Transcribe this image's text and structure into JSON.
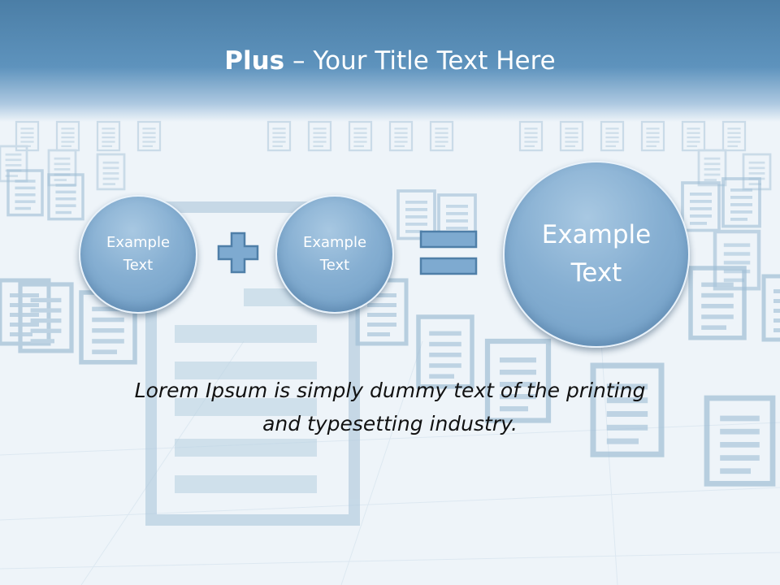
{
  "title": {
    "bold": "Plus",
    "rest": " – Your Title Text Here"
  },
  "circles": [
    {
      "line1": "Example",
      "line2": "Text"
    },
    {
      "line1": "Example",
      "line2": "Text"
    },
    {
      "line1": "Example",
      "line2": "Text"
    }
  ],
  "caption": {
    "line1": "Lorem Ipsum is simply dummy text of the printing",
    "line2": "and typesetting industry."
  },
  "icons": {
    "operator1": "plus-icon",
    "operator2": "equals-icon",
    "background": "document-icons"
  },
  "colors": {
    "title_band": "#5a8fb9",
    "circle_fill": "#86afd2",
    "operator": "#5d8fbb",
    "background": "#eef4f9"
  }
}
